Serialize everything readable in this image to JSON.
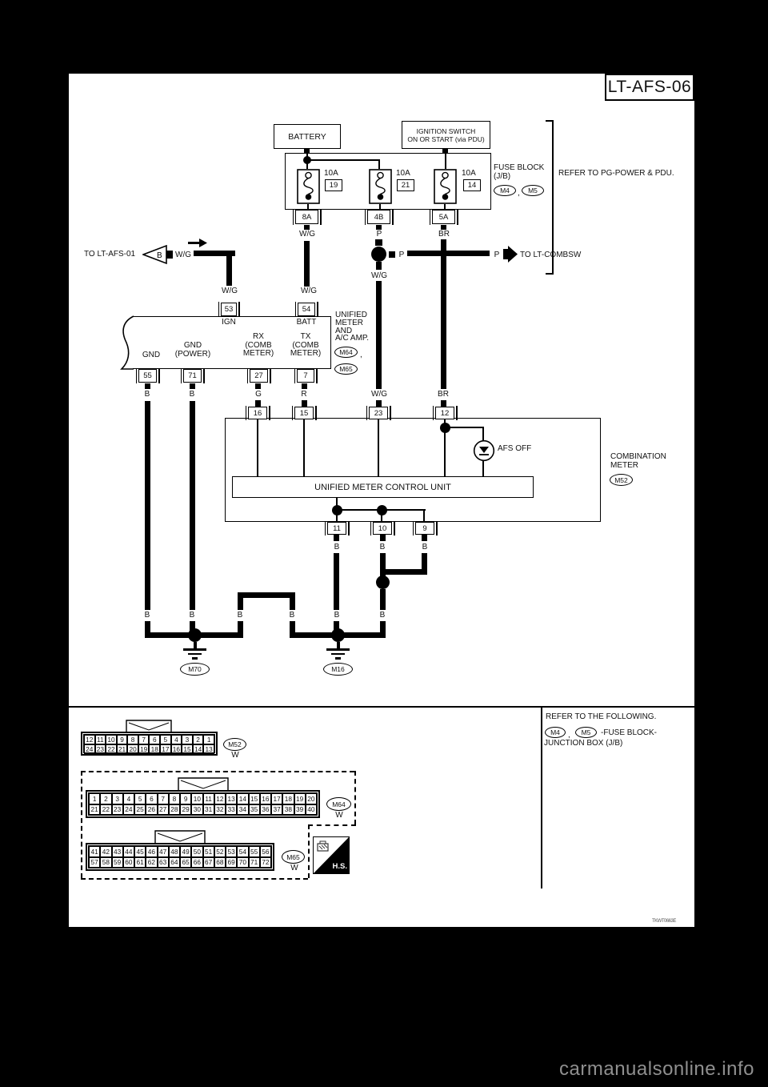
{
  "title": "LT-AFS-06",
  "watermark": "carmanualsonline.info",
  "figure_code": "TKWT0663E",
  "power": {
    "battery": "BATTERY",
    "ignition": [
      "IGNITION SWITCH",
      "ON OR START (via PDU)"
    ],
    "fuse_block": [
      "FUSE BLOCK",
      "(J/B)"
    ],
    "m4": "M4",
    "m5": "M5",
    "comma": ",",
    "refer": "REFER TO PG-POWER & PDU.",
    "fuse1_amp": "10A",
    "fuse1_num": "19",
    "fuse1_out": "8A",
    "fuse2_amp": "10A",
    "fuse2_num": "21",
    "fuse2_out": "4B",
    "fuse3_amp": "10A",
    "fuse3_num": "14",
    "fuse3_out": "5A"
  },
  "colors": {
    "wg": "W/G",
    "p": "P",
    "br": "BR",
    "b": "B",
    "g": "G",
    "r": "R"
  },
  "links": {
    "afs01": "TO LT-AFS-01",
    "afs01_pin": "B",
    "combsw": "TO LT-COMBSW"
  },
  "um": {
    "pin53": "53",
    "pin53_label": "IGN",
    "pin54": "54",
    "pin54_label": "BATT",
    "pin55": "55",
    "pin55_label": [
      "GND"
    ],
    "pin71": "71",
    "pin71_label": [
      "GND",
      "(POWER)"
    ],
    "pin27": "27",
    "pin27_label": [
      "RX",
      "(COMB",
      "METER)"
    ],
    "pin7": "7",
    "pin7_label": [
      "TX",
      "(COMB",
      "METER)"
    ],
    "name": [
      "UNIFIED",
      "METER",
      "AND",
      "A/C AMP."
    ],
    "m64": "M64",
    "m65": "M65",
    "comma": ","
  },
  "cm": {
    "pin16": "16",
    "pin15": "15",
    "pin23": "23",
    "pin12": "12",
    "unit": "UNIFIED METER CONTROL UNIT",
    "indicator": "AFS OFF",
    "name": [
      "COMBINATION",
      "METER"
    ],
    "m52": "M52",
    "pin11": "11",
    "pin10": "10",
    "pin9": "9"
  },
  "grounds": {
    "g1": "M70",
    "g2": "M16"
  },
  "pinouts": {
    "m52": {
      "id": "M52",
      "color": "W",
      "rows": [
        [
          12,
          11,
          10,
          9,
          8,
          7,
          6,
          5,
          4,
          3,
          2,
          1
        ],
        [
          24,
          23,
          22,
          21,
          20,
          19,
          18,
          17,
          16,
          15,
          14,
          13
        ]
      ]
    },
    "m64": {
      "id": "M64",
      "color": "W",
      "rows": [
        [
          1,
          2,
          3,
          4,
          5,
          6,
          7,
          8,
          9,
          10,
          11,
          12,
          13,
          14,
          15,
          16,
          17,
          18,
          19,
          20
        ],
        [
          21,
          22,
          23,
          24,
          25,
          26,
          27,
          28,
          29,
          30,
          31,
          32,
          33,
          34,
          35,
          36,
          37,
          38,
          39,
          40
        ]
      ]
    },
    "m65": {
      "id": "M65",
      "color": "W",
      "rows": [
        [
          41,
          42,
          43,
          44,
          45,
          46,
          47,
          48,
          49,
          50,
          51,
          52,
          53,
          54,
          55,
          56
        ],
        [
          57,
          58,
          59,
          60,
          61,
          62,
          63,
          64,
          65,
          66,
          67,
          68,
          69,
          70,
          71,
          72
        ]
      ]
    }
  },
  "footer": {
    "refer": "REFER TO THE FOLLOWING.",
    "m4": "M4",
    "m5": "M5",
    "comma": ",",
    "fuse_block": "-FUSE BLOCK-",
    "junction": "JUNCTION BOX (J/B)",
    "hs": "H.S."
  }
}
